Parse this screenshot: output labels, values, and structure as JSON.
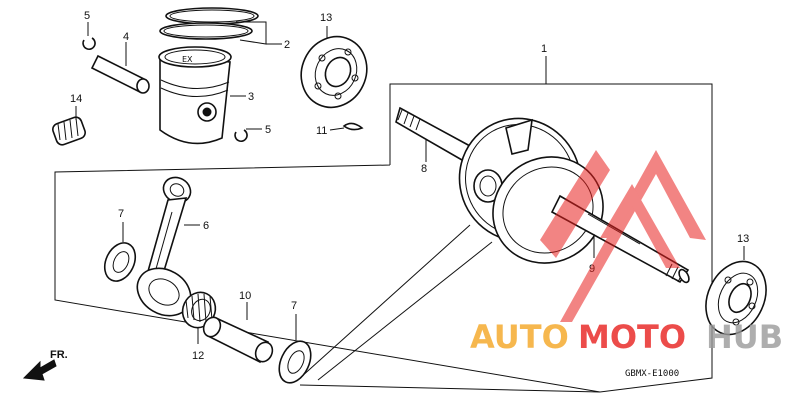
{
  "diagram": {
    "callouts": [
      {
        "id": "c1",
        "label": "1"
      },
      {
        "id": "c2",
        "label": "2"
      },
      {
        "id": "c3",
        "label": "3"
      },
      {
        "id": "c4",
        "label": "4"
      },
      {
        "id": "c5a",
        "label": "5"
      },
      {
        "id": "c5b",
        "label": "5"
      },
      {
        "id": "c6",
        "label": "6"
      },
      {
        "id": "c7a",
        "label": "7"
      },
      {
        "id": "c7b",
        "label": "7"
      },
      {
        "id": "c8",
        "label": "8"
      },
      {
        "id": "c9",
        "label": "9"
      },
      {
        "id": "c10",
        "label": "10"
      },
      {
        "id": "c11",
        "label": "11"
      },
      {
        "id": "c12",
        "label": "12"
      },
      {
        "id": "c13a",
        "label": "13"
      },
      {
        "id": "c13b",
        "label": "13"
      },
      {
        "id": "c14",
        "label": "14"
      }
    ],
    "front_label": "FR.",
    "diagram_code": "GBMX-E1000"
  },
  "watermark": {
    "part1": "AUTO",
    "part2": "MOTO",
    "part3": "HUB",
    "color_orange": "#f5a623",
    "color_red": "#e8201e",
    "color_gray": "#9b9b9b"
  }
}
